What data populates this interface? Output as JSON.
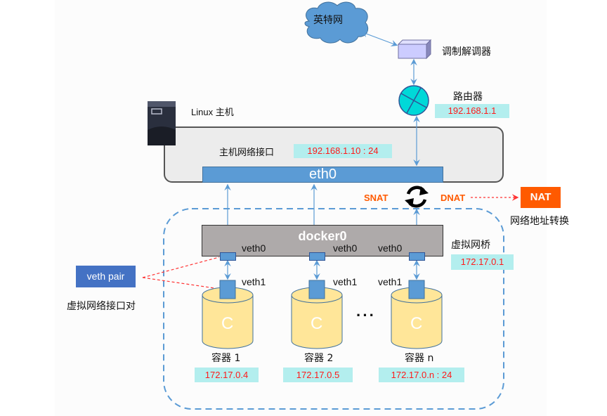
{
  "internet": {
    "label": "英特网",
    "color": "#5b9bd5"
  },
  "modem": {
    "label": "调制解调器",
    "color": "#ccccff"
  },
  "router": {
    "label": "路由器",
    "ip": "192.168.1.1",
    "color": "#00d8d8"
  },
  "host": {
    "label": "Linux 主机",
    "interface_label": "主机网络接口",
    "interface_ip": "192.168.1.10 : 24",
    "eth0_label": "eth0"
  },
  "nat": {
    "snat_label": "SNAT",
    "dnat_label": "DNAT",
    "box_label": "NAT",
    "description": "网络地址转换",
    "accent": "#ff5a00"
  },
  "bridge": {
    "label": "docker0",
    "description": "虚拟网桥",
    "ip": "172.17.0.1"
  },
  "veth_pair": {
    "box_label": "veth pair",
    "description": "虚拟网络接口对"
  },
  "containers": [
    {
      "name": "容器 1",
      "ip": "172.17.0.4",
      "letter": "C",
      "veth0": "veth0",
      "veth1": "veth1"
    },
    {
      "name": "容器 2",
      "ip": "172.17.0.5",
      "letter": "C",
      "veth0": "veth0",
      "veth1": "veth1"
    },
    {
      "name": "容器 n",
      "ip": "172.17.0.n : 24",
      "letter": "C",
      "veth0": "veth0",
      "veth1": "veth1"
    }
  ],
  "ellipsis": "···",
  "colors": {
    "link": "#5b9bd5",
    "ip_text": "#ff1a1a",
    "ip_bg": "#b3eeee",
    "container_fill": "#ffe699",
    "dashed_boundary": "#5b9bd5",
    "pair_link": "#ff3333"
  }
}
